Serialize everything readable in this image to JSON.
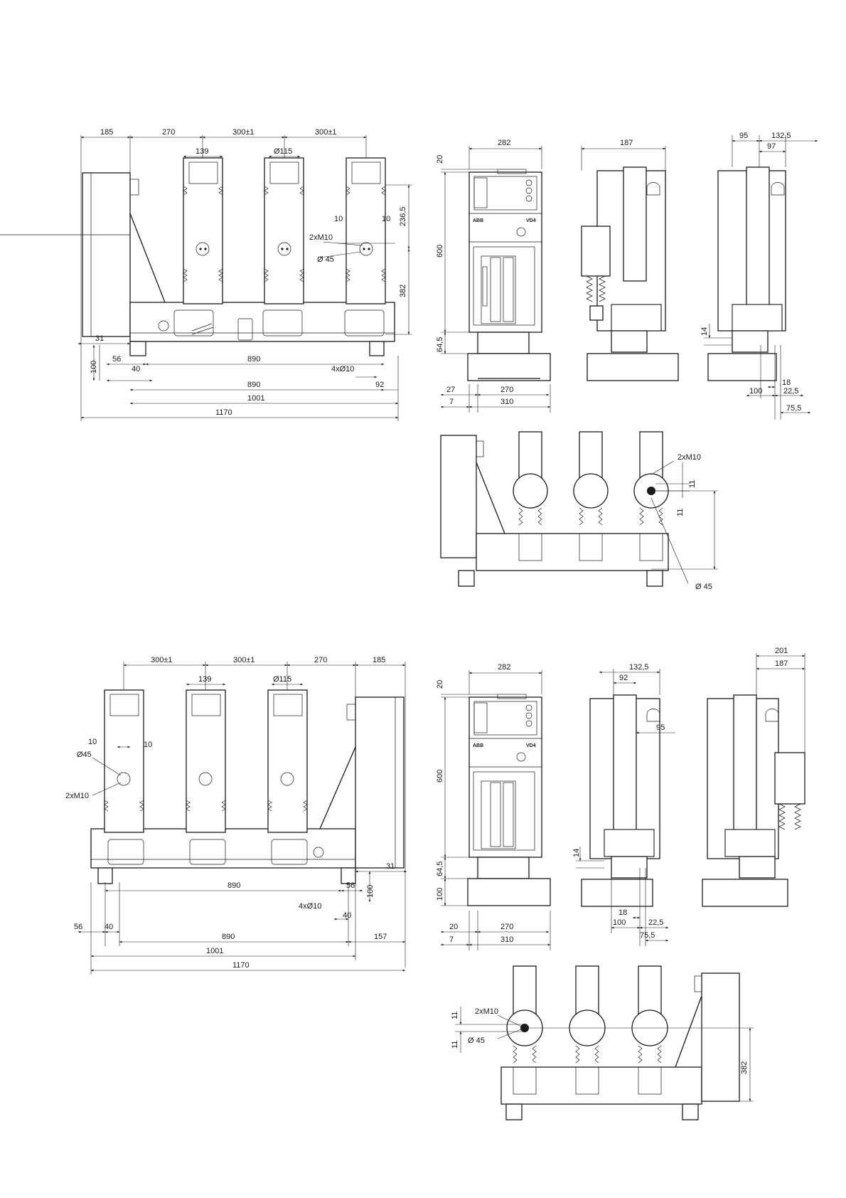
{
  "dims": {
    "top_left": {
      "d185": "185",
      "d270": "270",
      "d300a": "300±1",
      "d300b": "300±1",
      "d139": "139",
      "d115": "Ø115",
      "d10a": "10",
      "d10b": "10",
      "d2xm10": "2xM10",
      "d45": "Ø 45",
      "d236": "236,5",
      "d382": "382",
      "d31": "31",
      "d56": "56",
      "d40": "40",
      "d100": "100",
      "d890a": "890",
      "d4x10": "4xØ10",
      "d890b": "890",
      "d92": "92",
      "d1001": "1001",
      "d1170": "1170"
    },
    "top_front": {
      "d282": "282",
      "d20": "20",
      "d600": "600",
      "d645": "64,5",
      "d27": "27",
      "d7": "7",
      "d270": "270",
      "d310": "310",
      "logo": "ABB",
      "model": "VD4"
    },
    "top_side1": {
      "d187": "187"
    },
    "top_side2": {
      "d95": "95",
      "d1325": "132,5",
      "d97": "97",
      "d14": "14",
      "d18": "18",
      "d100": "100",
      "d225": "22,5",
      "d755": "75,5"
    },
    "top_rear": {
      "d2xm10": "2xM10",
      "d11a": "11",
      "d11b": "11",
      "d45": "Ø 45"
    },
    "bot_left": {
      "d300a": "300±1",
      "d300b": "300±1",
      "d270": "270",
      "d185": "185",
      "d139": "139",
      "d115": "Ø115",
      "d10a": "10",
      "d10b": "10",
      "d45": "Ø45",
      "d2xm10": "2xM10",
      "d31": "31",
      "d890a": "890",
      "d56a": "56",
      "d100": "100",
      "d4x10": "4xØ10",
      "d40a": "40",
      "d56b": "56",
      "d40b": "40",
      "d890b": "890",
      "d157": "157",
      "d1001": "1001",
      "d1170": "1170"
    },
    "bot_front": {
      "d282": "282",
      "d20a": "20",
      "d600": "600",
      "d645": "64,5",
      "d100": "100",
      "d20b": "20",
      "d7": "7",
      "d270": "270",
      "d310": "310",
      "logo": "ABB",
      "model": "VD4"
    },
    "bot_side1": {
      "d1325": "132,5",
      "d92": "92",
      "d95": "95",
      "d14": "14",
      "d18": "18",
      "d100": "100",
      "d225": "22,5",
      "d755": "75,5"
    },
    "bot_side2": {
      "d201": "201",
      "d187": "187"
    },
    "bot_rear": {
      "d2xm10": "2xM10",
      "d11a": "11",
      "d11b": "11",
      "d45": "Ø 45",
      "d382": "382"
    }
  }
}
